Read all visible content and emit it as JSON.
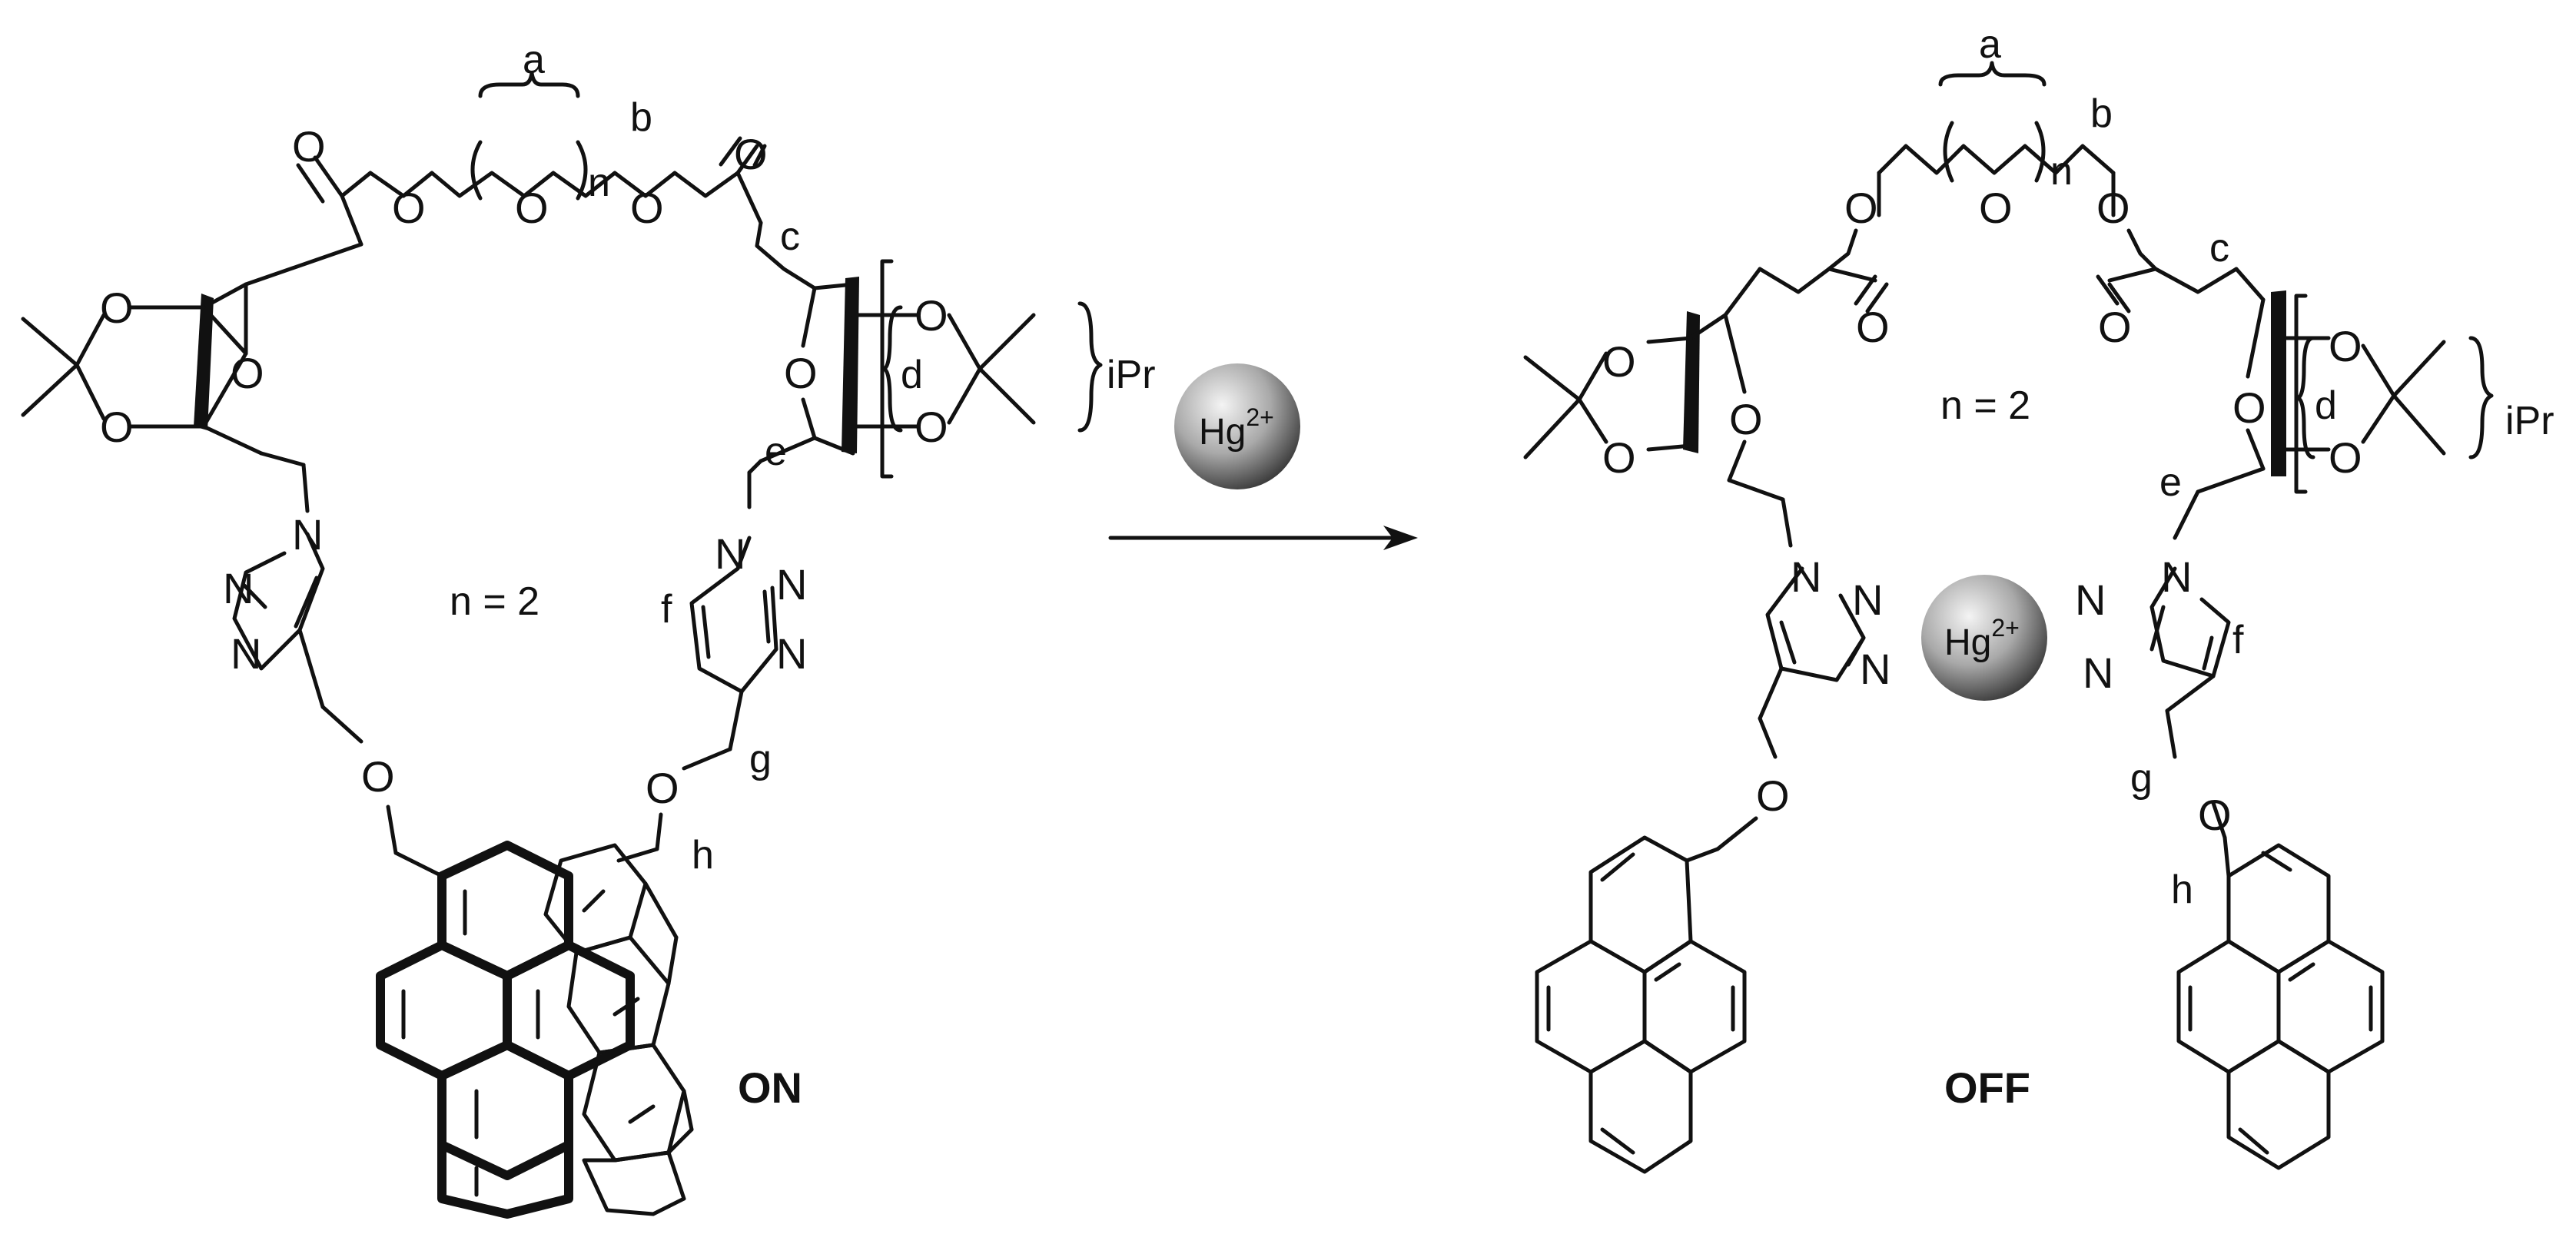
{
  "reagent": {
    "symbol": "Hg",
    "charge": "2+"
  },
  "left": {
    "state": "ON",
    "n_eq": "n = 2",
    "labels": {
      "a": "a",
      "b": "b",
      "c": "c",
      "d": "d",
      "e": "e",
      "f": "f",
      "g": "g",
      "h": "h",
      "n": "n",
      "ipr": "iPr"
    }
  },
  "right": {
    "state": "OFF",
    "n_eq": "n = 2",
    "labels": {
      "a": "a",
      "b": "b",
      "c": "c",
      "d": "d",
      "e": "e",
      "f": "f",
      "g": "g",
      "h": "h",
      "n": "n",
      "ipr": "iPr"
    },
    "bound_ion": {
      "symbol": "Hg",
      "charge": "2+"
    }
  },
  "atoms": {
    "O": "O",
    "N": "N"
  },
  "colors": {
    "sphere_light": "#f2f2f2",
    "sphere_dark": "#4a4a4a",
    "ink": "#111111"
  }
}
